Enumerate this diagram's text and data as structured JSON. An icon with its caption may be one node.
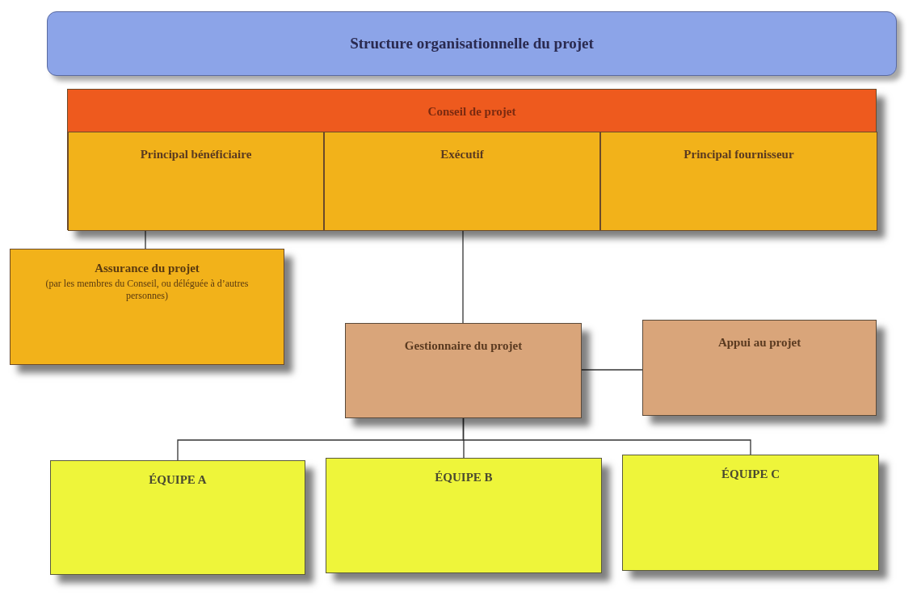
{
  "diagram": {
    "title": "Structure organisationnelle du projet",
    "nodes": [
      {
        "text": [
          "Conseil de projet"
        ]
      },
      {
        "text": [
          "Principal bénéficiaire"
        ],
        "in": 0
      },
      {
        "text": [
          "Exécutif"
        ],
        "in": 0
      },
      {
        "text": [
          "Principal fournisseur"
        ],
        "in": 0
      },
      {
        "text": [
          "Assurance du projet",
          "(par les membres du Conseil, ou déléguée à d’autres personnes)"
        ]
      },
      {
        "text": [
          "Gestionnaire du projet"
        ]
      },
      {
        "text": [
          "Appui au projet"
        ]
      },
      {
        "text": [
          "ÉQUIPE A"
        ]
      },
      {
        "text": [
          "ÉQUIPE B"
        ]
      },
      {
        "text": [
          "ÉQUIPE C"
        ]
      }
    ],
    "edges": [
      {
        "from": 0,
        "to": 4,
        "arrow": "none"
      },
      {
        "from": 0,
        "to": 5,
        "arrow": "none"
      },
      {
        "from": 5,
        "to": 6,
        "arrow": "none"
      },
      {
        "from": 5,
        "to": 7,
        "arrow": "none"
      },
      {
        "from": 5,
        "to": 8,
        "arrow": "none"
      },
      {
        "from": 5,
        "to": 9,
        "arrow": "none"
      }
    ]
  }
}
